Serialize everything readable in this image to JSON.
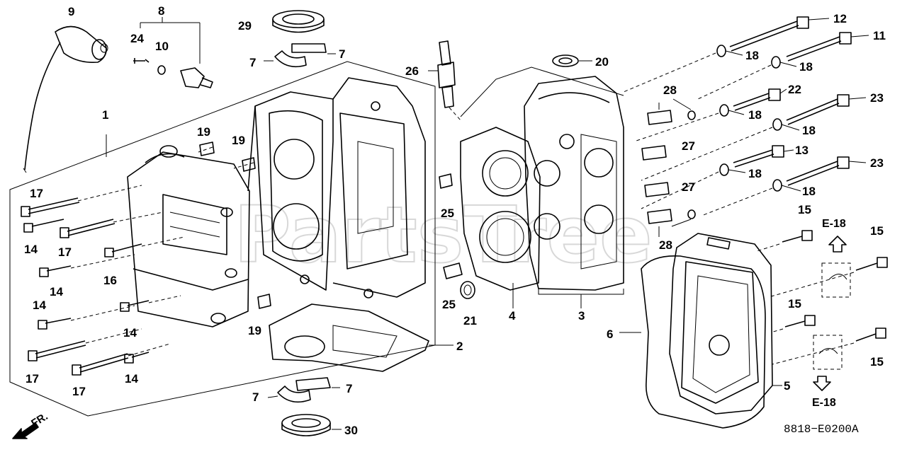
{
  "diagram": {
    "reference_code": "8818−E0200A",
    "orientation": "FR.",
    "watermark": "PartsTree",
    "section_refs": [
      "E-18",
      "E-18"
    ],
    "callouts": [
      {
        "label": "9"
      },
      {
        "label": "8"
      },
      {
        "label": "24"
      },
      {
        "label": "10"
      },
      {
        "label": "29"
      },
      {
        "label": "7"
      },
      {
        "label": "7"
      },
      {
        "label": "26"
      },
      {
        "label": "20"
      },
      {
        "label": "12"
      },
      {
        "label": "11"
      },
      {
        "label": "18"
      },
      {
        "label": "18"
      },
      {
        "label": "22"
      },
      {
        "label": "23"
      },
      {
        "label": "18"
      },
      {
        "label": "18"
      },
      {
        "label": "13"
      },
      {
        "label": "23"
      },
      {
        "label": "18"
      },
      {
        "label": "18"
      },
      {
        "label": "28"
      },
      {
        "label": "27"
      },
      {
        "label": "27"
      },
      {
        "label": "28"
      },
      {
        "label": "1"
      },
      {
        "label": "19"
      },
      {
        "label": "19"
      },
      {
        "label": "17"
      },
      {
        "label": "14"
      },
      {
        "label": "17"
      },
      {
        "label": "16"
      },
      {
        "label": "14"
      },
      {
        "label": "14"
      },
      {
        "label": "14"
      },
      {
        "label": "19"
      },
      {
        "label": "17"
      },
      {
        "label": "17"
      },
      {
        "label": "14"
      },
      {
        "label": "25"
      },
      {
        "label": "25"
      },
      {
        "label": "21"
      },
      {
        "label": "4"
      },
      {
        "label": "3"
      },
      {
        "label": "2"
      },
      {
        "label": "6"
      },
      {
        "label": "5"
      },
      {
        "label": "15"
      },
      {
        "label": "15"
      },
      {
        "label": "15"
      },
      {
        "label": "15"
      },
      {
        "label": "7"
      },
      {
        "label": "7"
      },
      {
        "label": "30"
      }
    ]
  }
}
